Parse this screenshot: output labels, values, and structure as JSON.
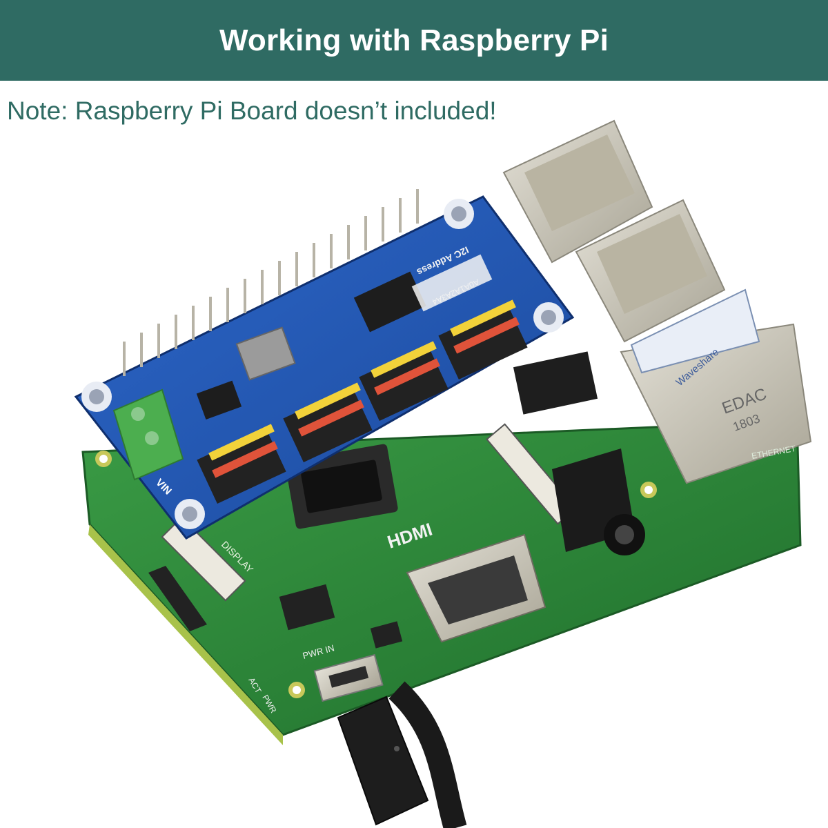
{
  "banner": {
    "title": "Working with Raspberry Pi",
    "color": "#2f6b63"
  },
  "note": {
    "text": "Note: Raspberry Pi Board doesn’t included!",
    "color": "#2f6b63"
  },
  "photo": {
    "labels": {
      "hdmi": "HDMI",
      "display": "DISPLAY",
      "ethernet": "ETHERNET",
      "vin": "VIN",
      "i2c": "I2C Address",
      "address_pins": "A0A1A2A3A4",
      "brand": "Waveshare",
      "edac": "EDAC",
      "edac_code": "1803",
      "pwr_in": "PWR IN",
      "act": "ACT",
      "pwr": "PWR"
    },
    "colors": {
      "pi_board": "#2f8a3a",
      "hat_board": "#2358b8",
      "usb_metal": "#c9c4b4",
      "ethernet_metal": "#cfccc1",
      "terminal_block": "#4cae4f",
      "pin_yellow": "#f2d23a",
      "pin_red": "#e0533a",
      "cable": "#1a1a1a"
    }
  }
}
